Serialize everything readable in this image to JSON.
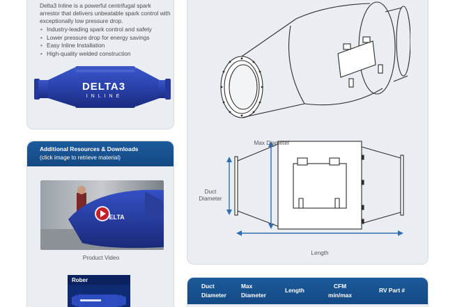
{
  "intro": {
    "paragraph": "Delta3 Inline is a powerful centrifugal spark arrestor that delivers unbeatable spark control with exceptionally low pressure drop.",
    "bullets": [
      "Industry-leading spark control and safety",
      "Lower pressure drop for energy savings",
      "Easy Inline Installation",
      "High-quality welded construction"
    ],
    "logo_text": "DELTA3",
    "logo_sub": "INLINE"
  },
  "resources": {
    "title": "Additional Resources & Downloads",
    "subtitle": "(click image to retrieve material)",
    "video_caption": "Product Video",
    "brochure_brand": "Rober"
  },
  "drawing": {
    "label_max_diameter": "Max Diameter",
    "label_duct_diameter": "Duct Diameter",
    "label_length": "Length"
  },
  "table": {
    "headers": [
      "Duct Diameter",
      "Max Diameter",
      "Length",
      "CFM min/max",
      "RV Part #"
    ]
  },
  "colors": {
    "brand_blue": "#1c5a9a",
    "card_bg": "#eaeef2",
    "arrow_blue": "#2f6db3",
    "product_blue": "#2c44b0",
    "logo_red": "#d2232a"
  }
}
